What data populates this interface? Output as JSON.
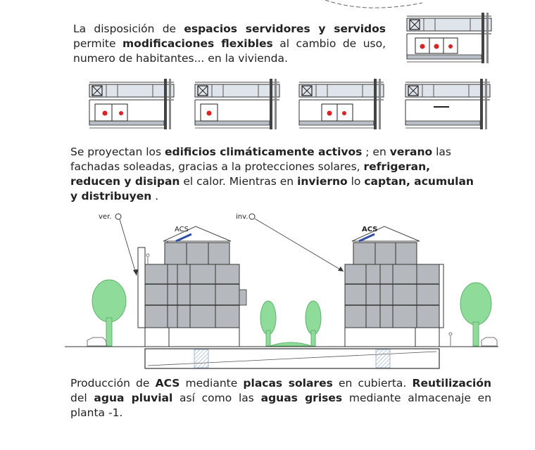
{
  "paragraph1": {
    "s1": "La disposición de ",
    "b1": "espacios servidores y servidos",
    "s2": " permite ",
    "b2": "modificaciones flexibles",
    "s3": " al cambio de uso, numero de habitantes... en la vivienda."
  },
  "paragraph2": {
    "s1": "Se proyectan los ",
    "b1": "edificios climáticamente activos",
    "s2": " ; en ",
    "b2": "verano",
    "s3": " las fachadas soleadas, gracias a la protecciones solares, ",
    "b3": "refrigeran, reducen y disipan",
    "s4": " el calor. Mientras en ",
    "b4": "invierno",
    "s5": " lo ",
    "b5": "captan, acumulan y distribuyen",
    "s6": " ."
  },
  "paragraph3": {
    "s1": "Producción de ",
    "b1": "ACS",
    "s2": " mediante ",
    "b2": "placas solares",
    "s3": " en cubierta. ",
    "b3": "Reutilización",
    "s4": " del ",
    "b4": "agua pluvial",
    "s5": " así como las ",
    "b5": "aguas grises",
    "s6": " mediante almacenaje en planta -1."
  },
  "section": {
    "sun_summer_label": "ver.",
    "sun_winter_label": "inv.",
    "acs_left": "ACS",
    "acs_right": "ACS"
  },
  "floorplans": {
    "count": 5,
    "dot_color": "#dd2222"
  },
  "colors": {
    "red_dot": "#dd2222",
    "tree": "#8fdc9a",
    "storage": "#c5d9ec",
    "window": "#b5b8bd"
  }
}
